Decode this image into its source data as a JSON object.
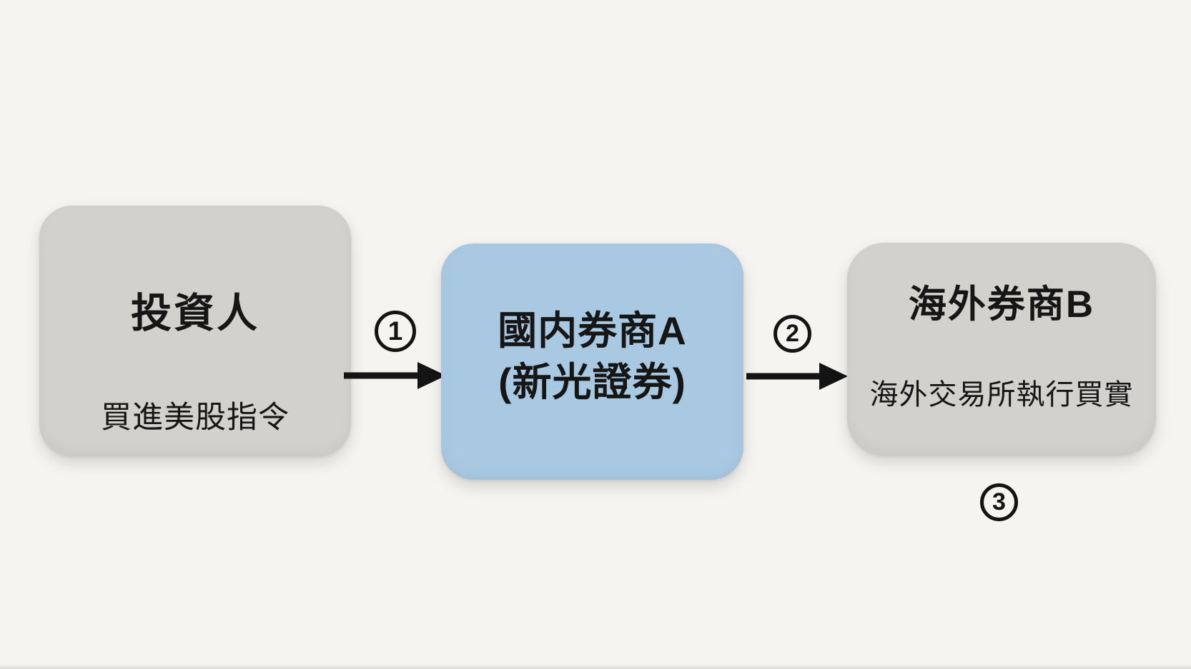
{
  "colors": {
    "background": "#f5f4f1",
    "gray_node": "#d3d1ce",
    "blue_node": "#a9c9e2",
    "text": "#161616",
    "arrow": "#141414"
  },
  "diagram": {
    "nodes": {
      "investor": {
        "title": "投資人",
        "subtitle": "買進美股指令"
      },
      "domestic_broker": {
        "line1": "國内券商A",
        "line2": "(新光證券)"
      },
      "overseas_broker": {
        "title": "海外券商B",
        "subtitle": "海外交易所執行買實"
      }
    },
    "steps": {
      "one": "1",
      "two": "2",
      "three": "3"
    },
    "icons": {
      "flow_arrow": "black-right-arrow",
      "step_marker": "circled-number"
    }
  }
}
